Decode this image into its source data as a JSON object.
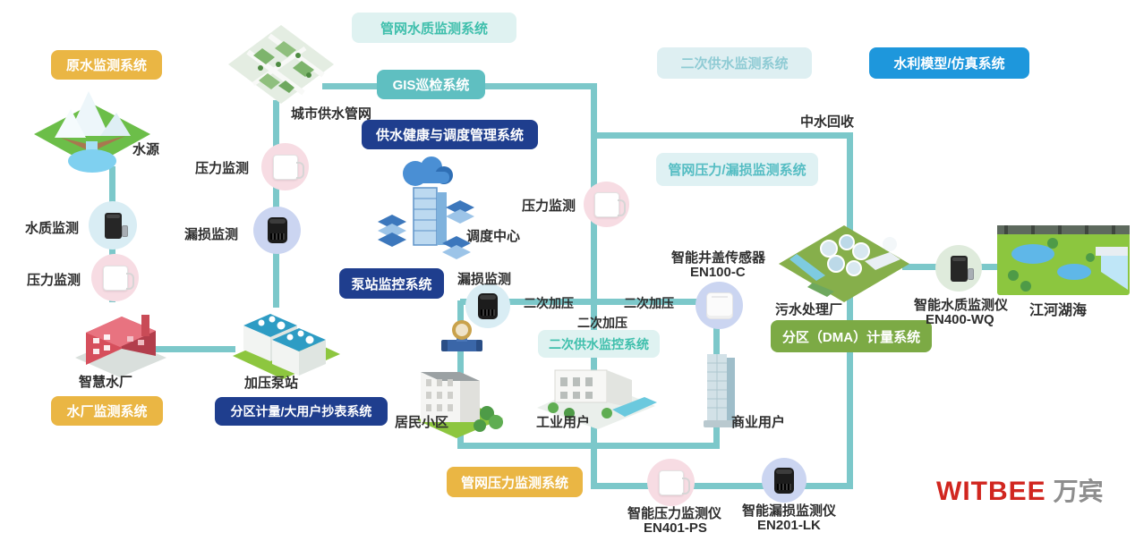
{
  "badges": {
    "raw_water": "原水监测系统",
    "plant_monitor": "水厂监测系统",
    "network_quality": "管网水质监测系统",
    "gis": "GIS巡检系统",
    "supply_health": "供水健康与调度管理系统",
    "secondary_monitor": "二次供水监测系统",
    "hydraulic_model": "水利模型/仿真系统",
    "network_pressure_leak": "管网压力/漏损监测系统",
    "pump_station_monitor": "泵站监控系统",
    "district_meter": "分区计量/大用户抄表系统",
    "secondary_control": "二次供水监控系统",
    "dma": "分区（DMA）计量系统",
    "network_pressure": "管网压力监测系统"
  },
  "labels": {
    "water_source": "水源",
    "city_network": "城市供水管网",
    "quality_monitor_left": "水质监测",
    "pressure_monitor_left": "压力监测",
    "smart_plant": "智慧水厂",
    "pressure_monitor_mid": "压力监测",
    "leak_monitor_mid": "漏损监测",
    "pump_station": "加压泵站",
    "dispatch_center": "调度中心",
    "pressure_monitor_right": "压力监测",
    "leak_monitor_center": "漏损监测",
    "reclaimed_water": "中水回收",
    "residential": "居民小区",
    "industrial": "工业用户",
    "commercial": "商业用户",
    "sewage_plant": "污水处理厂",
    "rivers": "江河湖海"
  },
  "boost_labels": [
    "二次加压",
    "二次加压",
    "二次加压"
  ],
  "devices": {
    "manhole": {
      "name": "智能井盖传感器",
      "model": "EN100-C"
    },
    "water_quality": {
      "name": "智能水质监测仪",
      "model": "EN400-WQ"
    },
    "pressure": {
      "name": "智能压力监测仪",
      "model": "EN401-PS"
    },
    "leak": {
      "name": "智能漏损监测仪",
      "model": "EN201-LK"
    }
  },
  "logo": {
    "brand": "WITBEE",
    "cn": "万宾"
  },
  "icons": {
    "mountain-icon": "water source terrain",
    "city-map-icon": "city pipe network map",
    "factory-icon": "smart water plant",
    "pump-station-icon": "booster pump station",
    "cloud-datacenter-icon": "dispatch center",
    "residential-building-icon": "residential block",
    "industrial-building-icon": "industrial user",
    "skyscraper-icon": "commercial user",
    "sewage-plant-icon": "sewage treatment plant",
    "river-landscape-icon": "rivers and lakes",
    "water-meter-icon": "water meter",
    "pressure-sensor-icon": "white pressure logger",
    "leak-sensor-icon": "black leak logger cylinder",
    "quality-sensor-icon": "black water quality logger",
    "manhole-sensor-icon": "smart manhole cover sensor"
  },
  "colors": {
    "pipe": "#7CC8CA",
    "badge_yellow": "#EAB644",
    "badge_navy": "#1F3E8E",
    "badge_teal": "#5FBFC1",
    "badge_blue": "#1E97DC",
    "badge_green": "#7CAA45",
    "pale_badge_bg": "#DFF2F1",
    "pale_badge_text": "#3FBFAC",
    "logo_red": "#D1261F",
    "logo_gray": "#8E8E8E"
  }
}
